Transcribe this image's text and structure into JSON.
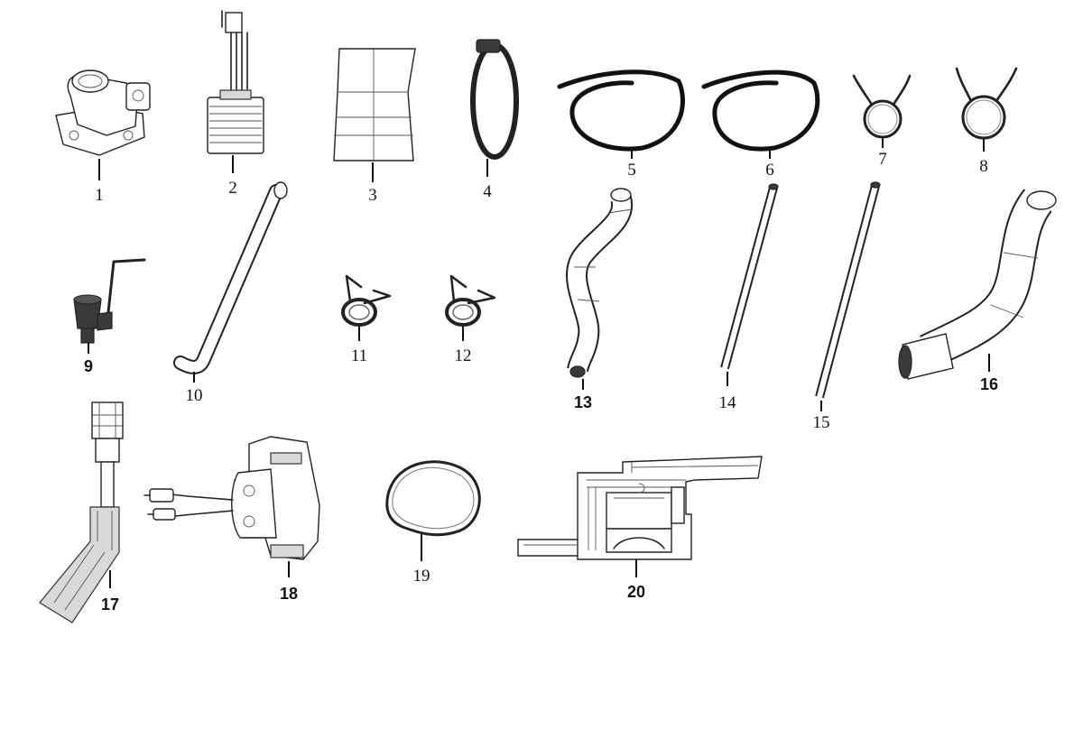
{
  "colors": {
    "line": "#222222",
    "background": "#ffffff",
    "shade": "#d9d9d9"
  },
  "parts": [
    {
      "number": "1",
      "icon": "intake-manifold-icon"
    },
    {
      "number": "2",
      "icon": "voltage-regulator-icon"
    },
    {
      "number": "3",
      "icon": "rubber-sleeve-icon"
    },
    {
      "number": "4",
      "icon": "band-clamp-icon"
    },
    {
      "number": "5",
      "icon": "fuel-line-coil-icon"
    },
    {
      "number": "6",
      "icon": "fuel-line-coil-icon"
    },
    {
      "number": "7",
      "icon": "wire-spring-clip-icon"
    },
    {
      "number": "8",
      "icon": "wire-spring-clip-icon"
    },
    {
      "number": "9",
      "icon": "choke-lever-icon"
    },
    {
      "number": "10",
      "icon": "bent-tube-icon"
    },
    {
      "number": "11",
      "icon": "hose-clamp-icon"
    },
    {
      "number": "12",
      "icon": "hose-clamp-icon"
    },
    {
      "number": "13",
      "icon": "curved-hose-icon"
    },
    {
      "number": "14",
      "icon": "straight-tube-icon"
    },
    {
      "number": "15",
      "icon": "straight-tube-icon"
    },
    {
      "number": "16",
      "icon": "elbow-hose-icon"
    },
    {
      "number": "17",
      "icon": "spark-plug-boot-icon"
    },
    {
      "number": "18",
      "icon": "ignition-coil-icon"
    },
    {
      "number": "19",
      "icon": "o-ring-gasket-icon"
    },
    {
      "number": "20",
      "icon": "valve-assembly-icon"
    }
  ]
}
